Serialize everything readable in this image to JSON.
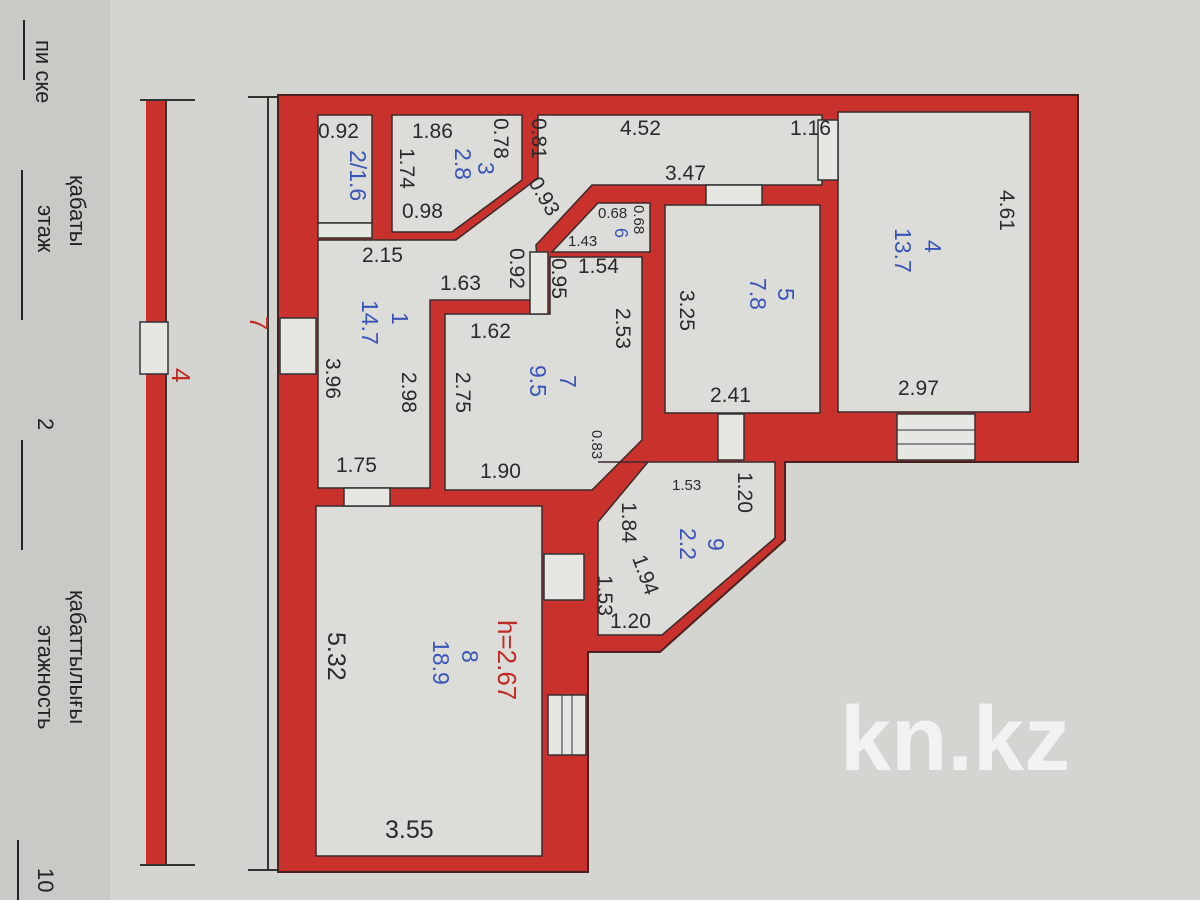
{
  "side_panel": {
    "top_fragment": "пи ске",
    "floor_label_kz": "қабаты",
    "floor_label_ru": "этаж",
    "floor_value": "2",
    "floors_label_kz": "қабаттылығы",
    "floors_label_ru": "этажность",
    "floors_value": "10"
  },
  "plan": {
    "wall_color": "#c8312c",
    "room_color": "#dcdcd8",
    "ceiling_height": "h=2.67",
    "outer_dims": {
      "width": "7",
      "depth": "4"
    },
    "rooms": [
      {
        "number": "1",
        "area": "14.7"
      },
      {
        "number": "2",
        "area": "1.6"
      },
      {
        "number": "3",
        "area": "2.8"
      },
      {
        "number": "4",
        "area": "13.7"
      },
      {
        "number": "5",
        "area": "7.8"
      },
      {
        "number": "6",
        "area": ""
      },
      {
        "number": "7",
        "area": "9.5"
      },
      {
        "number": "8",
        "area": "18.9"
      },
      {
        "number": "9",
        "area": "2.2"
      }
    ],
    "dimensions": [
      "0.92",
      "1.86",
      "0.78",
      "0.81",
      "4.52",
      "1.16",
      "1.74",
      "0.98",
      "0.93",
      "3.47",
      "0.68",
      "0.68",
      "1.43",
      "2.15",
      "1.63",
      "0.92",
      "0.95",
      "1.54",
      "3.25",
      "4.61",
      "3.96",
      "2.98",
      "1.62",
      "2.53",
      "2.75",
      "2.41",
      "2.97",
      "1.90",
      "0.83",
      "1.53",
      "1.20",
      "1.75",
      "1.84",
      "1.94",
      "1.53",
      "1.20",
      "5.32",
      "3.55"
    ],
    "watermark": "kn.kz"
  }
}
